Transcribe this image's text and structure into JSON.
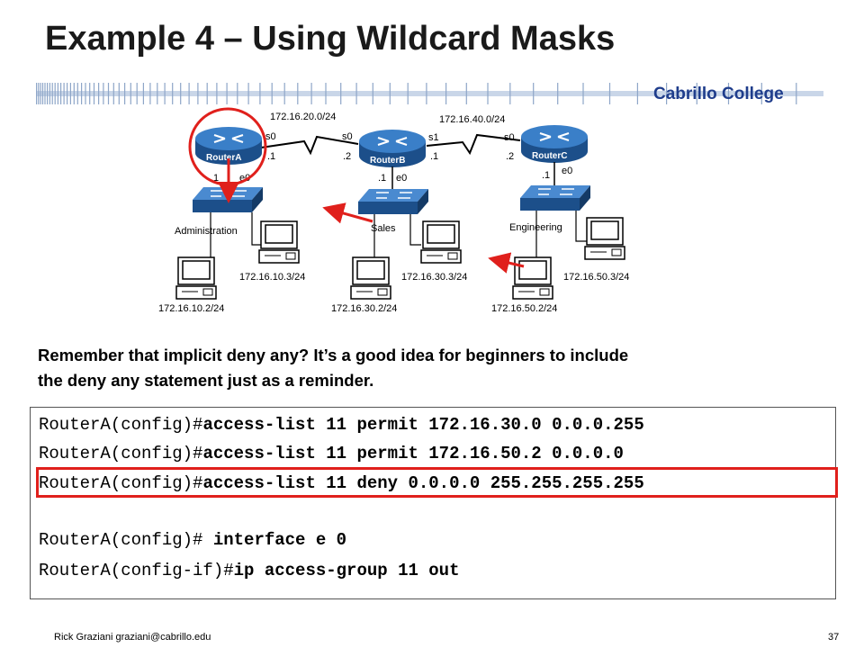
{
  "slide": {
    "title": "Example 4 – Using Wildcard Masks",
    "brand": "Cabrillo College",
    "footer": "Rick Graziani  graziani@cabrillo.edu",
    "page_number": "37"
  },
  "diagram": {
    "routers": [
      {
        "name": "RouterA"
      },
      {
        "name": "RouterB"
      },
      {
        "name": "RouterC"
      }
    ],
    "links": [
      {
        "network": "172.16.20.0/24"
      },
      {
        "network": "172.16.40.0/24"
      }
    ],
    "interface_labels": {
      "a_s0": "s0",
      "a_s0_ip": ".1",
      "b_s0": "s0",
      "b_s0_ip": ".2",
      "b_s1": "s1",
      "b_s1_ip": ".1",
      "c_s0": "s0",
      "c_s0_ip": ".2",
      "a_e0": "e0",
      "a_e0_ip": ".1",
      "b_e0": "e0",
      "b_e0_ip": ".1",
      "c_e0": "e0",
      "c_e0_ip": ".1"
    },
    "lans": [
      {
        "name": "Administration",
        "hosts": [
          "172.16.10.3/24",
          "172.16.10.2/24"
        ]
      },
      {
        "name": "Sales",
        "hosts": [
          "172.16.30.3/24",
          "172.16.30.2/24"
        ]
      },
      {
        "name": "Engineering",
        "hosts": [
          "172.16.50.3/24",
          "172.16.50.2/24"
        ]
      }
    ],
    "colors": {
      "router": "#2b6db3",
      "switch": "#2b6db3",
      "arrow": "#e0201c",
      "highlight": "#e0201c"
    }
  },
  "note": {
    "line1": "Remember that implicit deny any?  It’s a good idea for beginners to include",
    "line2": "the deny any statement just as a reminder."
  },
  "config": [
    {
      "prompt": "RouterA(config)#",
      "command": "access-list 11 permit 172.16.30.0 0.0.0.255"
    },
    {
      "prompt": "RouterA(config)#",
      "command": "access-list 11 permit 172.16.50.2 0.0.0.0"
    },
    {
      "prompt": "RouterA(config)#",
      "command": "access-list 11 deny 0.0.0.0 255.255.255.255"
    },
    {
      "prompt": "RouterA(config)# ",
      "command": "interface e 0"
    },
    {
      "prompt": "RouterA(config-if)#",
      "command": "ip access-group 11 out"
    }
  ]
}
